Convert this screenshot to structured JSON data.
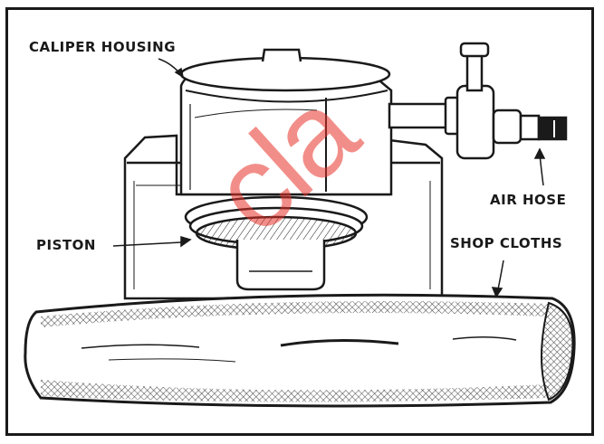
{
  "labels": {
    "caliper_housing": "CALIPER HOUSING",
    "air_hose": "AIR HOSE",
    "piston": "PISTON",
    "shop_cloths": "SHOP CLOTHS"
  },
  "watermark": {
    "text": "cla",
    "color": "#e8332a"
  },
  "colors": {
    "ink": "#1a1a1a",
    "paper": "#ffffff"
  }
}
